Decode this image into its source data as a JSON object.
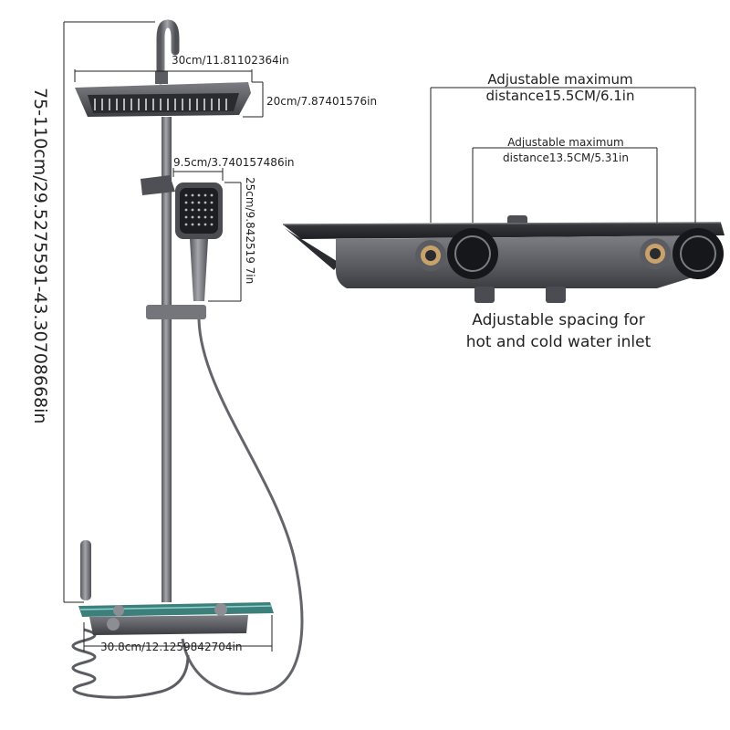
{
  "dimensions": {
    "overall_height": "75-110cm/29.5275591-43.30708668in",
    "head_width": "30cm/11.81102364in",
    "head_depth": "20cm/7.87401576in",
    "handheld_width": "9.5cm/3.740157486in",
    "handheld_length": "25cm/9.842519 7in",
    "shelf_width": "30.8cm/12.1259842704in"
  },
  "annotations": {
    "max_distance_outer_line1": "Adjustable maximum",
    "max_distance_outer_line2": "distance15.5CM/6.1in",
    "max_distance_inner_line1": "Adjustable maximum",
    "max_distance_inner_line2": "distance13.5CM/5.31in",
    "spacing_line1": "Adjustable spacing for",
    "spacing_line2": "hot and cold water inlet"
  },
  "colors": {
    "metal": "#6b6d72",
    "metal_dark": "#3a3b3f",
    "metal_light": "#9a9ca1",
    "brass": "#c8a26a",
    "line": "#222222"
  }
}
